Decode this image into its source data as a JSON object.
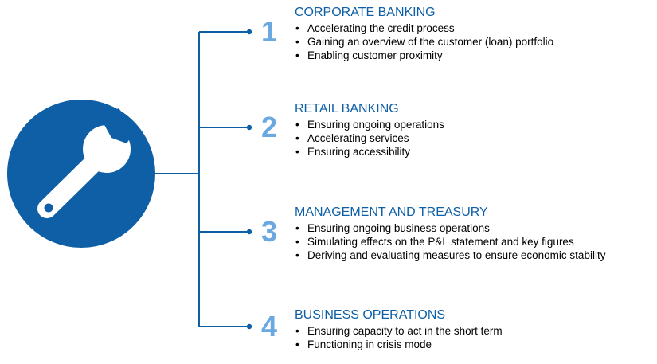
{
  "colors": {
    "primary_blue": "#0e5fa6",
    "number_blue": "#6aa8e0",
    "text": "#000000",
    "background": "#ffffff"
  },
  "hub": {
    "icon": "wrench-icon"
  },
  "sections": [
    {
      "number": "1",
      "title": "CORPORATE BANKING",
      "bullets": [
        "Accelerating the credit process",
        "Gaining an overview of the customer (loan) portfolio",
        "Enabling customer proximity"
      ]
    },
    {
      "number": "2",
      "title": "RETAIL BANKING",
      "bullets": [
        "Ensuring ongoing operations",
        "Accelerating services",
        "Ensuring accessibility"
      ]
    },
    {
      "number": "3",
      "title": "MANAGEMENT AND TREASURY",
      "bullets": [
        "Ensuring ongoing business operations",
        "Simulating effects on the P&L statement and key figures",
        "Deriving and evaluating measures to ensure economic stability"
      ]
    },
    {
      "number": "4",
      "title": "BUSINESS OPERATIONS",
      "bullets": [
        "Ensuring capacity to act in the short term",
        "Functioning in crisis mode"
      ]
    }
  ]
}
